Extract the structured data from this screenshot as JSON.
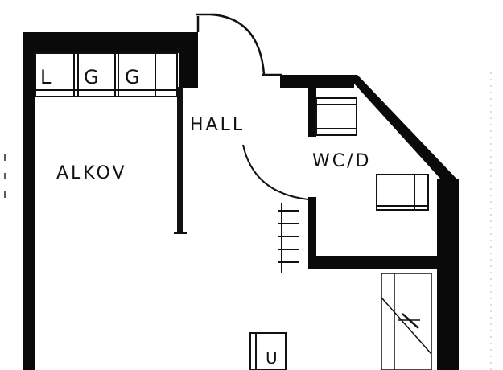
{
  "rooms": {
    "alkov": "ALKOV",
    "hall": "HALL",
    "wc": "WC/D"
  },
  "storage": {
    "cabinets": [
      "L",
      "G",
      "G"
    ],
    "u_label": "U"
  },
  "colors": {
    "wall": "#0a0a0a",
    "line": "#222222",
    "background": "#ffffff"
  }
}
